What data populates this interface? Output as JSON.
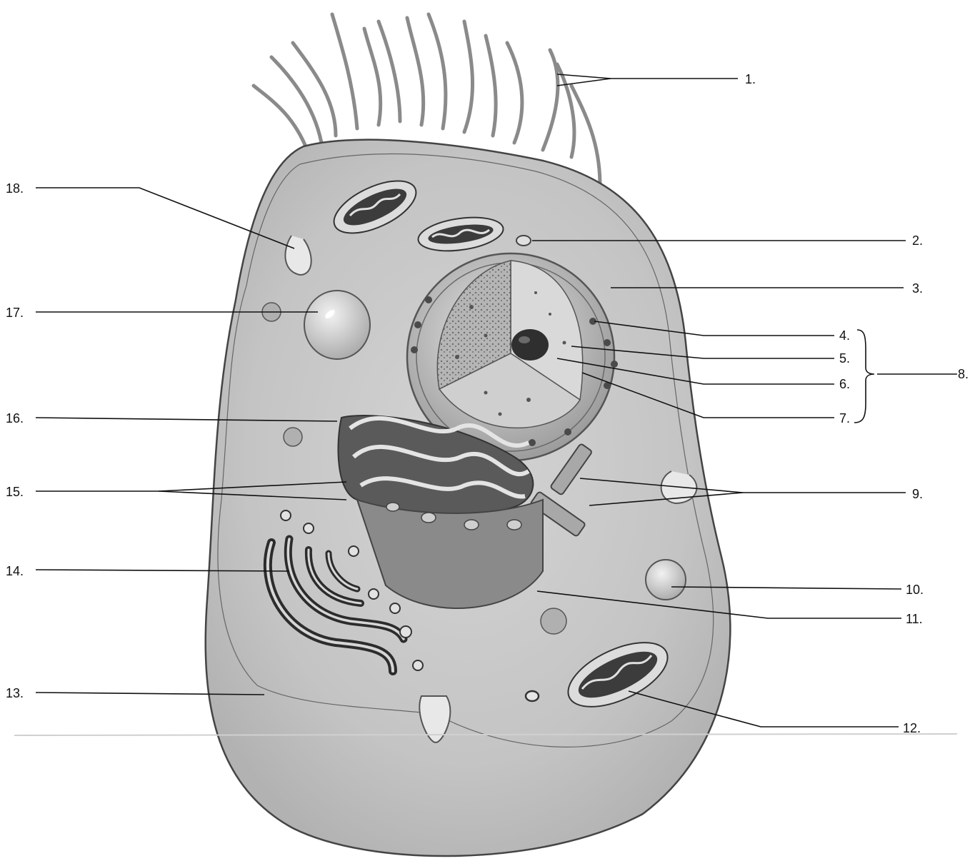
{
  "labels": {
    "l1": "1.",
    "l2": "2.",
    "l3": "3.",
    "l4": "4.",
    "l5": "5.",
    "l6": "6.",
    "l7": "7.",
    "l8": "8.",
    "l9": "9.",
    "l10": "10.",
    "l11": "11.",
    "l12": "12.",
    "l13": "13.",
    "l14": "14.",
    "l15": "15.",
    "l16": "16.",
    "l17": "17.",
    "l18": "18."
  }
}
